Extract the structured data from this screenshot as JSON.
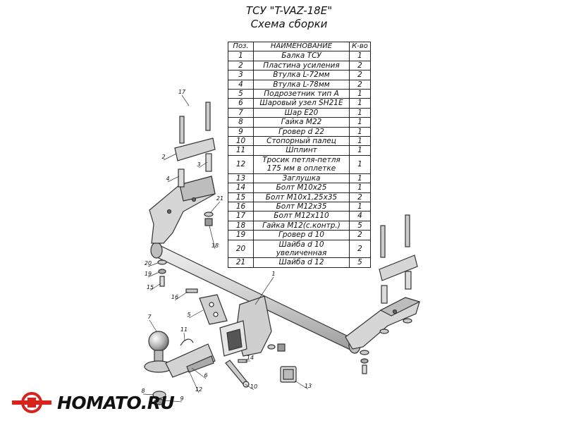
{
  "header": {
    "title": "ТСУ \"T-VAZ-18E\"",
    "subtitle": "Схема сборки"
  },
  "table": {
    "headers": [
      "Поз.",
      "НАИМЕНОВАНИЕ",
      "К-во"
    ],
    "rows": [
      [
        "1",
        "Балка ТСУ",
        "1"
      ],
      [
        "2",
        "Пластина усиления",
        "2"
      ],
      [
        "3",
        "Втулка L-72мм",
        "2"
      ],
      [
        "4",
        "Втулка L-78мм",
        "2"
      ],
      [
        "5",
        "Подрозетник тип А",
        "1"
      ],
      [
        "6",
        "Шаровый узел SH21E",
        "1"
      ],
      [
        "7",
        "Шар E20",
        "1"
      ],
      [
        "8",
        "Гайка М22",
        "1"
      ],
      [
        "9",
        "Гровер d 22",
        "1"
      ],
      [
        "10",
        "Стопорный палец",
        "1"
      ],
      [
        "11",
        "Шплинт",
        "1"
      ],
      [
        "12",
        "Тросик петля-петля 175 мм в оплетке",
        "1"
      ],
      [
        "13",
        "Заглушка",
        "1"
      ],
      [
        "14",
        "Болт М10х25",
        "1"
      ],
      [
        "15",
        "Болт М10х1,25х35",
        "2"
      ],
      [
        "16",
        "Болт М12х35",
        "1"
      ],
      [
        "17",
        "Болт М12х110",
        "4"
      ],
      [
        "18",
        "Гайка М12(с.контр.)",
        "5"
      ],
      [
        "19",
        "Гровер d 10",
        "2"
      ],
      [
        "20",
        "Шайба d 10 увеличенная",
        "2"
      ],
      [
        "21",
        "Шайба d 12",
        "5"
      ]
    ]
  },
  "callouts": [
    "1",
    "2",
    "3",
    "4",
    "5",
    "6",
    "7",
    "8",
    "9",
    "10",
    "11",
    "12",
    "13",
    "14",
    "15",
    "16",
    "17",
    "18",
    "19",
    "20",
    "21"
  ],
  "logo": {
    "text": "HOMATO.RU"
  },
  "colors": {
    "part_fill": "#d9d9d9",
    "part_stroke": "#333333",
    "logo_red": "#d8231c"
  }
}
